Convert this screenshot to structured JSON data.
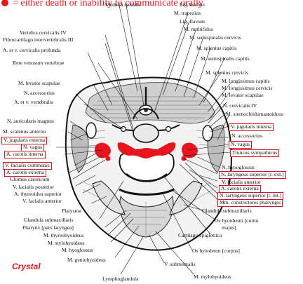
{
  "colors": {
    "highlight": "#e8141e",
    "ink": "#111111",
    "box": "#d8141c"
  },
  "legend": {
    "text": "= either death or inability to communicate orally"
  },
  "signature": "Crystal",
  "labels": {
    "m_trapezius": "M. trapezius",
    "lig_nuchae": "Lig. nuchae",
    "medulla_spinalis": "Medulla spinalis",
    "lig_flavum": "Lig. flavum",
    "m_multifidus": "M. multifidus",
    "vertebra_cervicalis": "Vertebra cervicalis IV",
    "fibrocartilago": "Fibrocartilago intervertebralis III",
    "a_v_cervicalis_profunda": "A. et v. cervicalis profunda",
    "rete_venosum": "Rete venosum vertebrae",
    "m_semispinalis_cervicis": "M. semispinalis cervicis",
    "m_splenius_capitis": "M. splenius capitis",
    "m_semispinalis_capitis": "M. semispinalis capitis",
    "m_levator_scapulae_l": "M. levator scapulae",
    "n_accessorius_l": "N. accessorius",
    "a_v_vertebralis": "A. et v. vertebralis",
    "m_splenius_cervicis": "M. splenius cervicis",
    "m_longissimus_capitis": "M. longissimus capitis",
    "m_longissimus_cervicis": "M. longissimus cervicis",
    "m_levator_scapulae_r": "M. levator scapulae",
    "n_cervicalis_iv": "N. cervicalis IV",
    "n_auricularis_magnus": "N. auricularis magnus",
    "m_sternocleidomastoideus": "M. sternocleidomastoideus",
    "m_scalenus_anterior": "M. scalenus anterior",
    "v_jugularis_interna_r": "V. jugularis interna",
    "v_jugularis_externa": "V. jugularis externa",
    "n_vagus_l": "N. vagus",
    "n_accessorius_r": "N. accessorius",
    "a_carotis_interna_l": "A. carotis interna",
    "n_vagus_r": "N. vagus",
    "truncus_sympathicus": "Truncus sympathicus",
    "v_facialis_communis": "V. facialis communis",
    "a_carotis_externa_l": "A. carotis externa",
    "glomus_caroticum": "Glomus caroticum",
    "n_hypoglossus": "N. hypoglossus",
    "n_laryngeus_sup_ext": "N. laryngeus superior [r. ext.]",
    "v_facialis_posterior": "V. facialis posterior",
    "v_facialis_anterior": "V. facialis anterior",
    "a_thyreoidea_superior": "A. thyreoidea superior",
    "a_carotis_externa_r": "A. carotis externa",
    "v_facialis_anterior_l": "V. facialis anterior",
    "n_laryngeus_sup_int": "N. laryngeus superior [r. int.]",
    "platysma": "Platysma",
    "mm_constrictores": "Mm. constrictores pharyngis",
    "glandula_submax_l": "Glandula submaxillaris",
    "pharynx": "Pharynx [pars laryngea]",
    "glandula_submax_r": "Glandula submaxillaris",
    "m_thyreohyoideus": "M. thyreohyoideus",
    "os_hyoideum_cornu": "Os hyoideum [cornu",
    "majus": "majus]",
    "m_stylohyoideus": "M. stylohyoideus",
    "m_hyoglossus": "M. hyoglossus",
    "cartilago_epiglottica": "Cartilago epiglottica",
    "os_hyoideum_corpus": "Os hyoideum [corpus]",
    "m_geniohyoideus": "M. geniohyoideus",
    "v_submentalis": "V. submentalis",
    "lymphoglandula": "Lymphoglandula",
    "m_mylohyoideus": "M. mylohyoideus"
  }
}
